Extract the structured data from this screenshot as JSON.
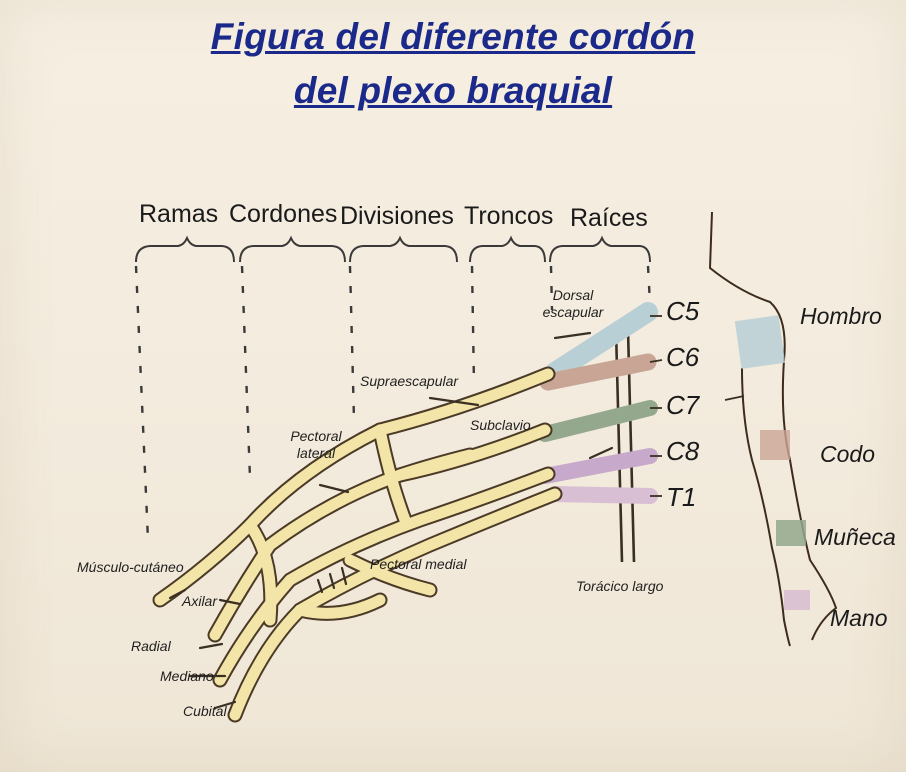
{
  "title": {
    "line1": "Figura del diferente cordón",
    "line2": "del plexo braquial"
  },
  "headers": {
    "ramas": "Ramas",
    "cordones": "Cordones",
    "divisiones": "Divisiones",
    "troncos": "Troncos",
    "raices": "Raíces"
  },
  "roots": [
    "C5",
    "C6",
    "C7",
    "C8",
    "T1"
  ],
  "nerves": {
    "dorsal_escapular": "Dorsal escapular",
    "supraescapular": "Supraescapular",
    "subclavio": "Subclavio",
    "pectoral_lateral": "Pectoral lateral",
    "pectoral_medial": "Pectoral medial",
    "toracico_largo": "Torácico largo",
    "musculo_cutaneo": "Músculo-cutáneo",
    "axilar": "Axilar",
    "radial": "Radial",
    "mediano": "Mediano",
    "cubital": "Cubital"
  },
  "regions": {
    "hombro": "Hombro",
    "codo": "Codo",
    "muneca": "Muñeca",
    "mano": "Mano"
  },
  "colors": {
    "title": "#1b2a8a",
    "nerve_fill": "#f3e4a8",
    "c5": "#b9cfd6",
    "c6": "#c9a596",
    "c7": "#93a88c",
    "c8": "#c7a9cc",
    "t1": "#d8bfd3"
  }
}
